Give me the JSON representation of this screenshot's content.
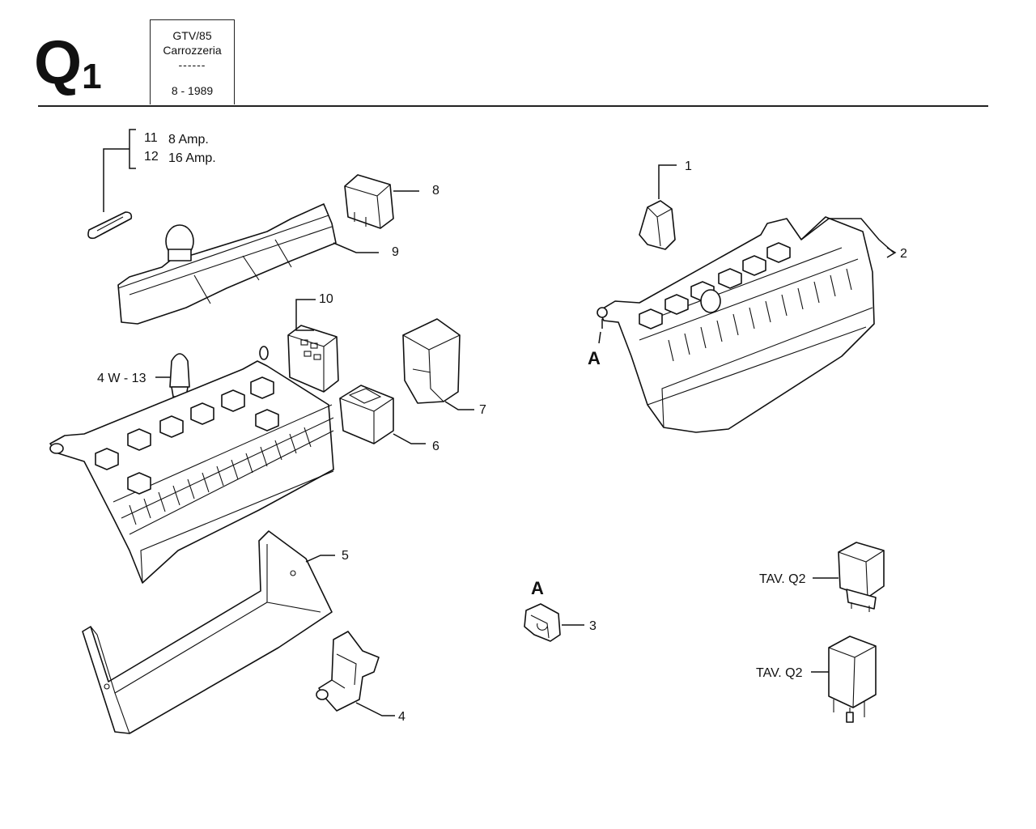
{
  "header": {
    "page_code": "Q",
    "page_code_sub": "1",
    "model": "GTV/85",
    "section": "Carrozzeria",
    "separator": "------",
    "date": "8 - 1989"
  },
  "fuse_callout": {
    "rows": [
      {
        "ref": "11",
        "text": "8 Amp."
      },
      {
        "ref": "12",
        "text": "16 Amp."
      }
    ]
  },
  "part_labels": {
    "p1": "1",
    "p2": "2",
    "p3": "3",
    "p4": "4",
    "p5": "5",
    "p6": "6",
    "p7": "7",
    "p8": "8",
    "p9": "9",
    "p10": "10",
    "p13": "4 W - 13",
    "detail_a_1": "A",
    "detail_a_2": "A",
    "relay_ref_1": "TAV. Q2",
    "relay_ref_2": "TAV. Q2"
  }
}
